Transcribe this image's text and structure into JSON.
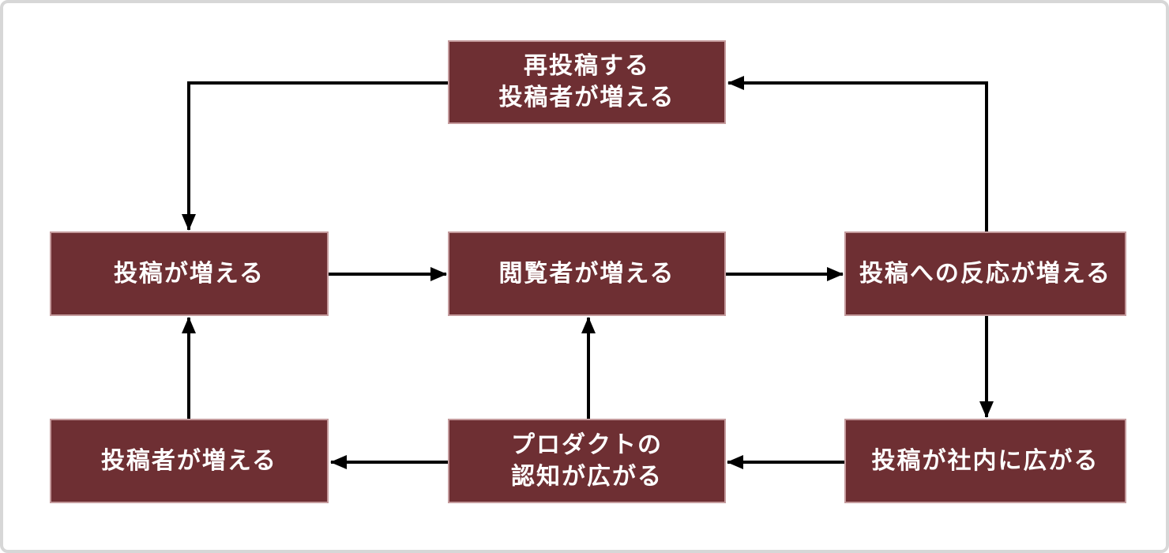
{
  "diagram": {
    "type": "flow-loop",
    "colors": {
      "node_fill": "#6e2f33",
      "node_border": "#c49a9c",
      "node_text": "#ffffff",
      "arrow": "#000000",
      "canvas_bg": "#ffffff",
      "frame_border": "#d7d7d7"
    },
    "nodes": [
      {
        "id": "repost-posters-increase",
        "label": "再投稿する\n投稿者が増える"
      },
      {
        "id": "posts-increase",
        "label": "投稿が増える"
      },
      {
        "id": "viewers-increase",
        "label": "閲覧者が増える"
      },
      {
        "id": "reactions-increase",
        "label": "投稿への反応が増える"
      },
      {
        "id": "posters-increase",
        "label": "投稿者が増える"
      },
      {
        "id": "product-awareness-spreads",
        "label": "プロダクトの\n認知が広がる"
      },
      {
        "id": "posts-spread-internally",
        "label": "投稿が社内に広がる"
      }
    ],
    "edges": [
      {
        "from": "repost-posters-increase",
        "to": "posts-increase"
      },
      {
        "from": "reactions-increase",
        "to": "repost-posters-increase"
      },
      {
        "from": "posts-increase",
        "to": "viewers-increase"
      },
      {
        "from": "viewers-increase",
        "to": "reactions-increase"
      },
      {
        "from": "reactions-increase",
        "to": "posts-spread-internally"
      },
      {
        "from": "posts-spread-internally",
        "to": "product-awareness-spreads"
      },
      {
        "from": "product-awareness-spreads",
        "to": "posters-increase"
      },
      {
        "from": "posters-increase",
        "to": "posts-increase"
      },
      {
        "from": "product-awareness-spreads",
        "to": "viewers-increase"
      }
    ]
  }
}
